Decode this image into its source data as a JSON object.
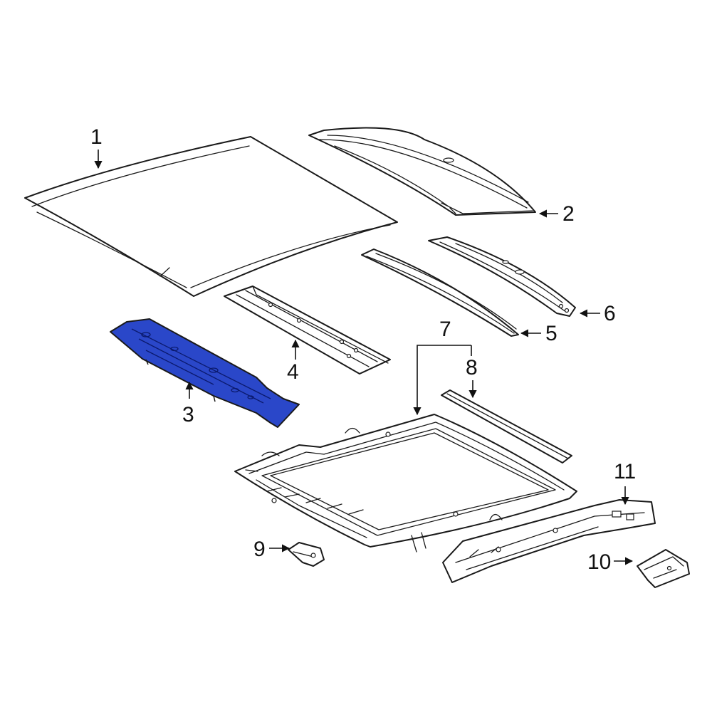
{
  "colors": {
    "line": "#1a1a1a",
    "highlight_fill": "#2a47c9",
    "highlight_detail": "#0b1a6e",
    "background": "#ffffff"
  },
  "highlighted_part": "3",
  "callouts": {
    "c1": "1",
    "c2": "2",
    "c3": "3",
    "c4": "4",
    "c5": "5",
    "c6": "6",
    "c7": "7",
    "c8": "8",
    "c9": "9",
    "c10": "10",
    "c11": "11"
  }
}
